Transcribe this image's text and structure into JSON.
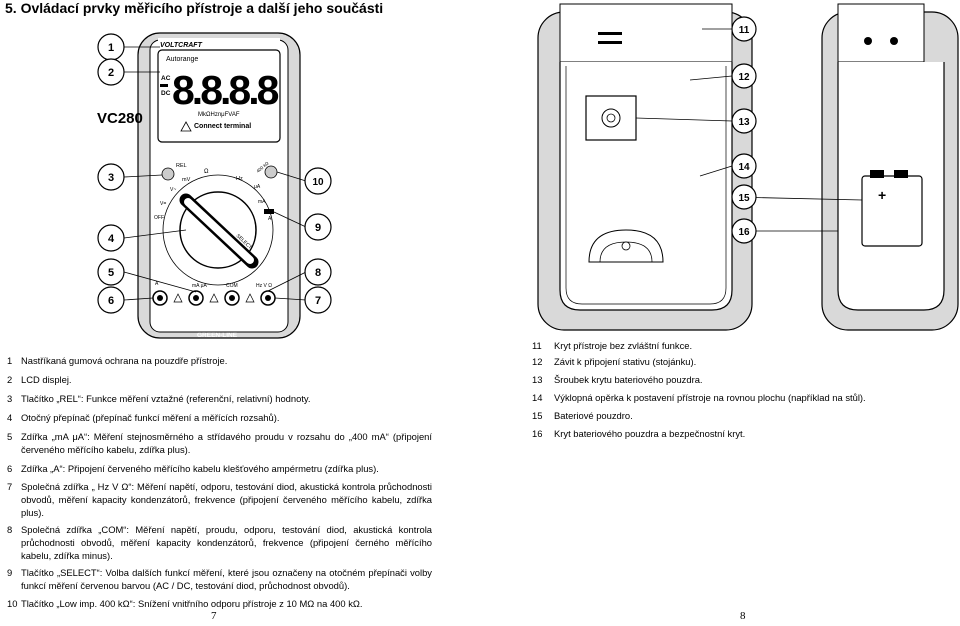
{
  "title": "5. Ovládací prvky měřicího přístroje a další jeho součásti",
  "meter": {
    "brand": "VOLTCRAFT",
    "model": "VC280",
    "autorange": "Autorange",
    "ac": "AC",
    "dc": "DC",
    "display_digits": "8.8.8.8",
    "units_row": "MkΩHznμFVAF",
    "connect_terminal": "Connect terminal",
    "rel_label": "REL",
    "select_label": "SELECT",
    "footer": "GREEN-LINE",
    "dial_labels": {
      "mv": "mV",
      "ohm": "Ω",
      "hz": "Hz",
      "vac": "V~",
      "vdc": "V=",
      "off": "OFF",
      "ua": "μA",
      "ma": "mA",
      "a": "A",
      "low": "400 kΩ"
    },
    "jack_labels": {
      "a": "A",
      "ma_ua": "mA μA",
      "com": "COM",
      "hz_v_ohm": "Hz V Ω"
    }
  },
  "callouts": [
    "1",
    "2",
    "3",
    "4",
    "5",
    "6",
    "7",
    "8",
    "9",
    "10",
    "11",
    "12",
    "13",
    "14",
    "15",
    "16"
  ],
  "left_items": [
    {
      "num": "1",
      "text": "Nastříkaná gumová ochrana na pouzdře přístroje."
    },
    {
      "num": "2",
      "text": "LCD displej."
    },
    {
      "num": "3",
      "text": "Tlačítko „REL“: Funkce měření vztažné (referenční, relativní) hodnoty."
    },
    {
      "num": "4",
      "text": "Otočný přepínač (přepínač funkcí měření a měřících rozsahů)."
    },
    {
      "num": "5",
      "text": "Zdířka „mA μA“: Měření stejnosměrného a střídavého proudu v rozsahu do „400 mA“ (připojení červeného měřícího kabelu, zdířka plus)."
    },
    {
      "num": "6",
      "text": "Zdířka „A“: Připojení červeného měřícího kabelu klešťového ampérmetru (zdířka plus)."
    },
    {
      "num": "7",
      "text": "Společná zdířka „ Hz V Ω“: Měření napětí, odporu, testování diod, akustická kontrola průchodnosti obvodů, měření kapacity kondenzátorů, frekvence (připojení červeného měřícího kabelu, zdířka plus)."
    },
    {
      "num": "8",
      "text": "Společná zdířka „COM“: Měření napětí, proudu, odporu, testování diod, akustická kontrola průchodnosti obvodů, měření kapacity kondenzátorů, frekvence (připojení černého měřícího kabelu, zdířka minus)."
    },
    {
      "num": "9",
      "text": "Tlačítko „SELECT“: Volba dalších funkcí měření, které jsou označeny na otočném přepínači volby funkcí měření červenou barvou (AC / DC, testování diod, průchodnost obvodů)."
    },
    {
      "num": "10",
      "text": "Tlačítko „Low imp. 400 kΩ“: Snížení vnitřního odporu přístroje z 10 MΩ na 400 kΩ."
    }
  ],
  "right_items": [
    {
      "num": "11",
      "text": "Kryt přístroje bez zvláštní funkce."
    },
    {
      "num": "12",
      "text": "Závit k připojení stativu (stojánku)."
    },
    {
      "num": "13",
      "text": "Šroubek krytu bateriového pouzdra."
    },
    {
      "num": "14",
      "text": "Výklopná opěrka k postavení přístroje na rovnou plochu (například na stůl)."
    },
    {
      "num": "15",
      "text": "Bateriové pouzdro."
    },
    {
      "num": "16",
      "text": "Kryt bateriového pouzdra a bezpečnostní kryt."
    }
  ],
  "page_left": "7",
  "page_right": "8"
}
